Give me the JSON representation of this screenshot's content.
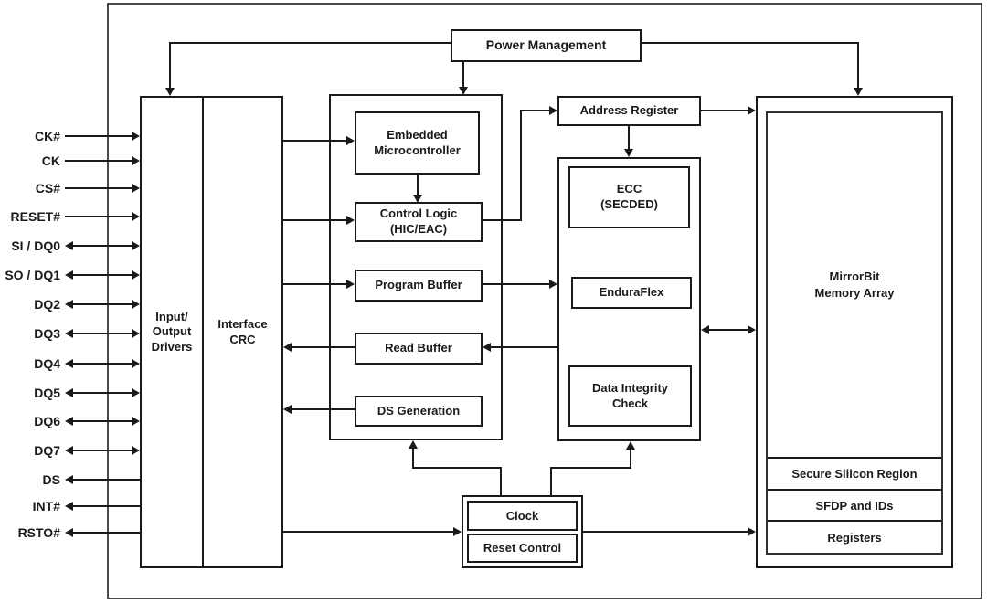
{
  "diagram": {
    "power_management": "Power Management",
    "io_drivers": "Input/\nOutput\nDrivers",
    "interface_crc": "Interface\nCRC",
    "embedded_microcontroller": "Embedded\nMicrocontroller",
    "control_logic": "Control Logic\n(HIC/EAC)",
    "program_buffer": "Program Buffer",
    "read_buffer": "Read Buffer",
    "ds_generation": "DS Generation",
    "address_register": "Address Register",
    "ecc": "ECC\n(SECDED)",
    "enduraflex": "EnduraFlex",
    "data_integrity_check": "Data Integrity\nCheck",
    "mirrorbit_memory_array": "MirrorBit\nMemory Array",
    "memory_rows": [
      "Secure Silicon Region",
      "SFDP and IDs",
      "Registers"
    ],
    "clock": "Clock",
    "reset_control": "Reset Control"
  },
  "pins": [
    {
      "label": "CK#",
      "direction": "in"
    },
    {
      "label": "CK",
      "direction": "in"
    },
    {
      "label": "CS#",
      "direction": "in"
    },
    {
      "label": "RESET#",
      "direction": "in"
    },
    {
      "label": "SI / DQ0",
      "direction": "bidirectional"
    },
    {
      "label": "SO / DQ1",
      "direction": "bidirectional"
    },
    {
      "label": "DQ2",
      "direction": "bidirectional"
    },
    {
      "label": "DQ3",
      "direction": "bidirectional"
    },
    {
      "label": "DQ4",
      "direction": "bidirectional"
    },
    {
      "label": "DQ5",
      "direction": "bidirectional"
    },
    {
      "label": "DQ6",
      "direction": "bidirectional"
    },
    {
      "label": "DQ7",
      "direction": "bidirectional"
    },
    {
      "label": "DS",
      "direction": "out"
    },
    {
      "label": "INT#",
      "direction": "out"
    },
    {
      "label": "RSTO#",
      "direction": "out"
    }
  ],
  "colors": {
    "line": "#1a1a1a",
    "box_border": "#1a1a1a",
    "outer_border": "#4a4a4a",
    "background": "#ffffff",
    "text": "#1a1a1a"
  }
}
